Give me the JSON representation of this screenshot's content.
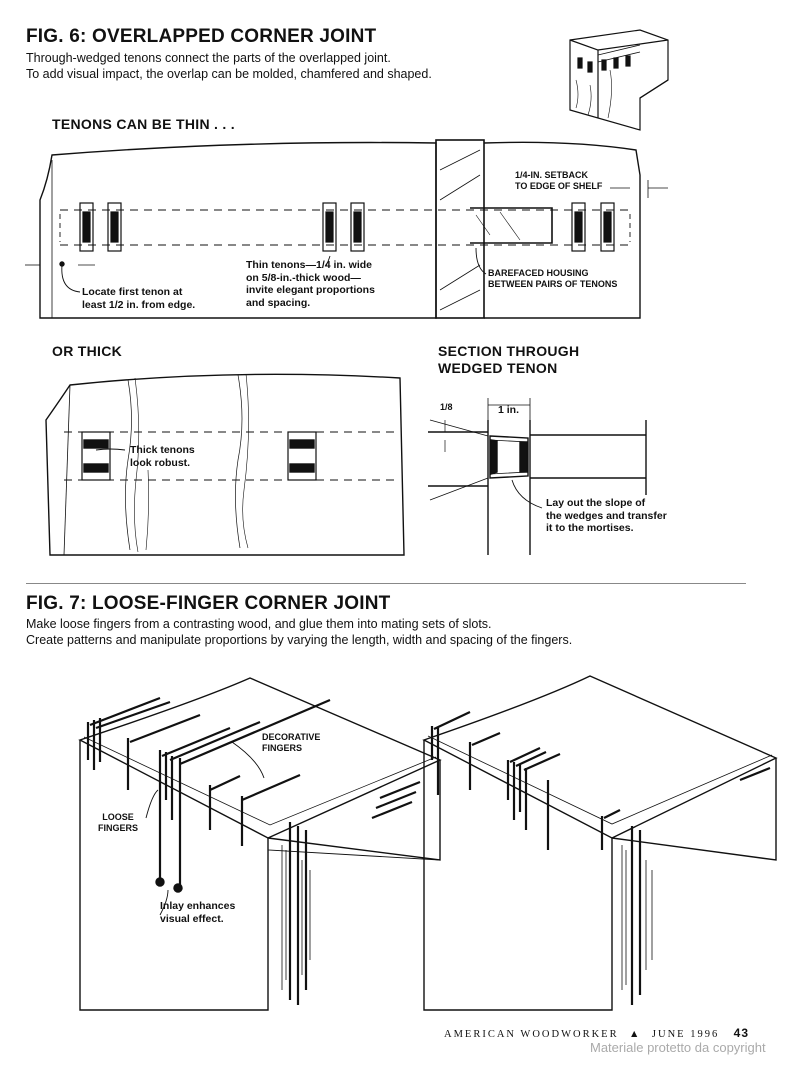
{
  "fig6": {
    "title": "FIG. 6: OVERLAPPED CORNER JOINT",
    "desc_line1": "Through-wedged tenons connect the parts of the overlapped joint.",
    "desc_line2": "To add visual impact, the overlap can be molded, chamfered and shaped.",
    "thin_heading": "TENONS CAN BE THIN . . .",
    "thick_heading": "OR THICK",
    "section_heading_1": "SECTION THROUGH",
    "section_heading_2": "WEDGED TENON",
    "labels": {
      "setback_1": "1/4-IN. SETBACK",
      "setback_2": "TO EDGE OF SHELF",
      "locate_1": "Locate first tenon at",
      "locate_2": "least 1/2 in. from edge.",
      "thin_1": "Thin tenons—1/4 in. wide",
      "thin_2": "on 5/8-in.-thick wood—",
      "thin_3": "invite elegant proportions",
      "thin_4": "and spacing.",
      "housing_1": "BAREFACED HOUSING",
      "housing_2": "BETWEEN PAIRS OF TENONS",
      "thick_1": "Thick tenons",
      "thick_2": "look robust.",
      "dim_eighth": "1/8",
      "dim_inch": "1 in.",
      "layout_1": "Lay out the slope of",
      "layout_2": "the wedges and transfer",
      "layout_3": "it to the mortises."
    }
  },
  "fig7": {
    "title": "FIG. 7: LOOSE-FINGER CORNER JOINT",
    "desc_line1": "Make loose fingers from a contrasting wood, and glue them into mating sets of slots.",
    "desc_line2": "Create patterns and manipulate proportions by varying the length, width and spacing of the fingers.",
    "labels": {
      "decorative_1": "DECORATIVE",
      "decorative_2": "FINGERS",
      "loose_1": "LOOSE",
      "loose_2": "FINGERS",
      "inlay_1": "Inlay enhances",
      "inlay_2": "visual effect."
    }
  },
  "footer": {
    "magazine": "AMERICAN WOODWORKER",
    "separator": "▲",
    "date": "JUNE 1996",
    "page": "43"
  },
  "watermark": "Materiale protetto da copyright"
}
